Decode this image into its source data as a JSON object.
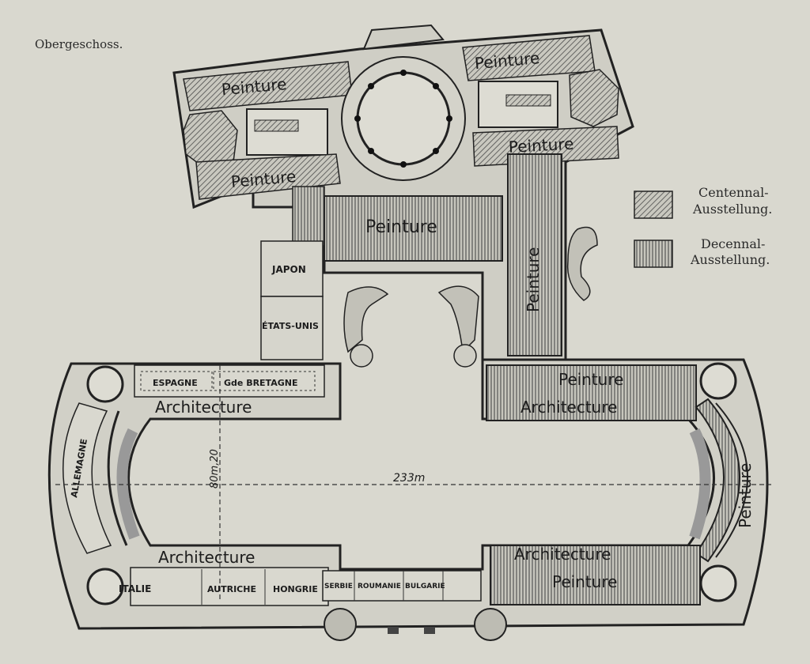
{
  "heading": "Obergeschoss.",
  "legend": [
    {
      "label_line1": "Centennal-",
      "label_line2": "Ausstellung.",
      "pattern": "diagonal-hatch"
    },
    {
      "label_line1": "Decennal-",
      "label_line2": "Ausstellung.",
      "pattern": "vertical-hatch"
    }
  ],
  "rooms": {
    "peinture_top_left": "Peinture",
    "peinture_top_right": "Peinture",
    "peinture_mid_left": "Peinture",
    "peinture_mid_right": "Peinture",
    "peinture_center": "Peinture",
    "peinture_vertical": "Peinture",
    "peinture_right_wing": "Peinture",
    "peinture_right_curve": "Peinture",
    "peinture_bottom_right": "Peinture",
    "architecture_top_left": "Architecture",
    "architecture_top_right": "Architecture",
    "architecture_bottom_left": "Architecture",
    "architecture_bottom_right": "Architecture"
  },
  "countries": {
    "japon": "JAPON",
    "etats_unis": "ÉTATS-UNIS",
    "espagne": "ESPAGNE",
    "gde_bretagne": "Gde BRETAGNE",
    "allemagne": "ALLEMAGNE",
    "italie": "ITALIE",
    "autriche": "AUTRICHE",
    "hongrie": "HONGRIE",
    "serbie": "SERBIE",
    "roumanie": "ROUMANIE",
    "bulgarie": "BULGARIE"
  },
  "dimensions": {
    "length": "233m",
    "width": "80m,20"
  }
}
